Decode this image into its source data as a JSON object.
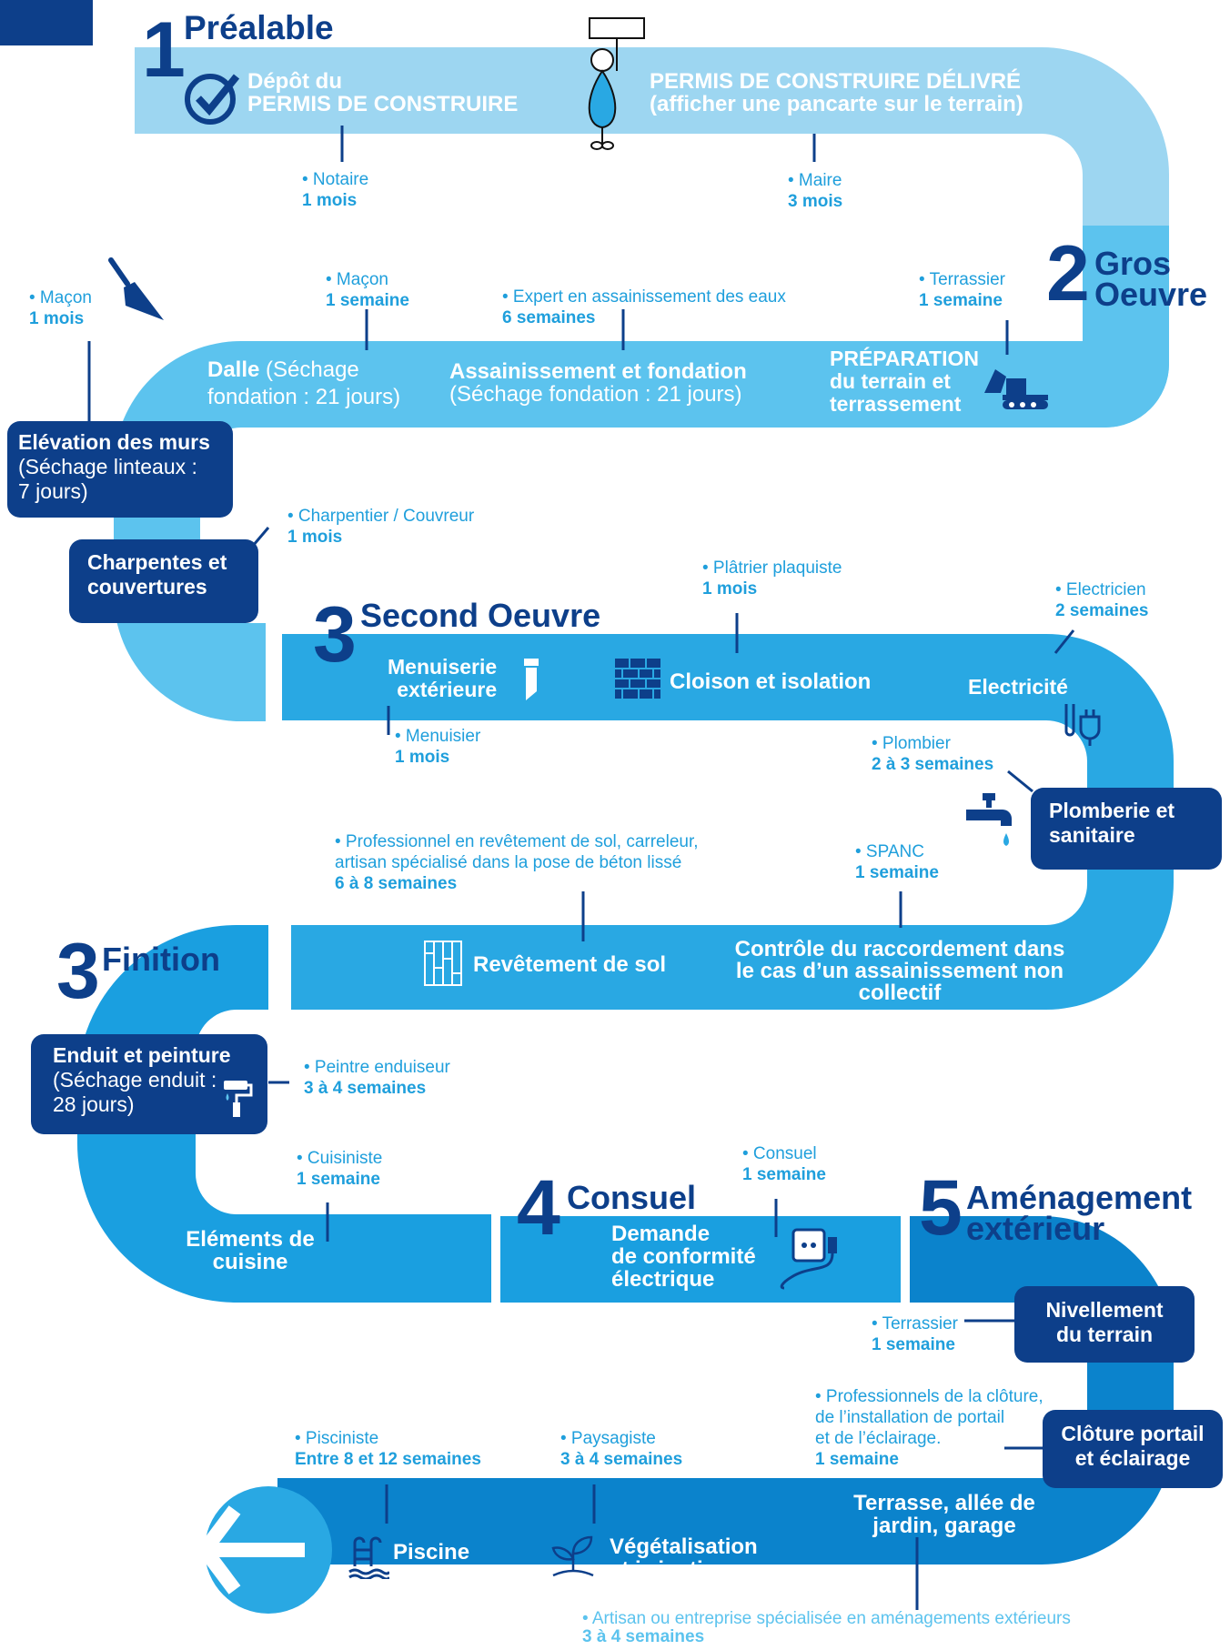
{
  "colors": {
    "dark_blue": "#0d3f8a",
    "light": "#9dd6f1",
    "mid": "#5cc3ee",
    "blue": "#29a8e3",
    "deep": "#0b83cc",
    "text_blue": "#1f9fdc"
  },
  "phases": {
    "p1": {
      "num": "1",
      "title": "Préalable"
    },
    "p2": {
      "num": "2",
      "title_a": "Gros",
      "title_b": "Oeuvre"
    },
    "p3a": {
      "num": "3",
      "title": "Second Oeuvre"
    },
    "p3b": {
      "num": "3",
      "title": "Finition"
    },
    "p4": {
      "num": "4",
      "title": "Consuel"
    },
    "p5": {
      "num": "5",
      "title_a": "Aménagement",
      "title_b": "extérieur"
    }
  },
  "steps": {
    "depot": {
      "line1": "Dépôt du",
      "line2": "PERMIS DE CONSTRUIRE"
    },
    "permis": {
      "line1": "PERMIS DE CONSTRUIRE DÉLIVRÉ",
      "line2": "(afficher une pancarte sur le terrain)"
    },
    "preparation": {
      "line1": "PRÉPARATION",
      "line2": "du terrain et",
      "line3": "terrassement"
    },
    "assainissement": {
      "line1": "Assainissement et fondation",
      "line2": "(Séchage fondation : 21 jours)"
    },
    "dalle": {
      "bold": "Dalle",
      "rest": " (Séchage",
      "line2": "fondation : 21 jours)"
    },
    "elevation": {
      "line1": "Elévation des murs",
      "line2": "(Séchage linteaux :",
      "line3": "7 jours)"
    },
    "charpentes": {
      "line1": "Charpentes et",
      "line2": "couvertures"
    },
    "menuiserie": {
      "line1": "Menuiserie",
      "line2": "extérieure"
    },
    "cloison": {
      "label": "Cloison et isolation"
    },
    "electricite": {
      "label": "Electricité"
    },
    "plomberie": {
      "line1": "Plomberie et",
      "line2": "sanitaire"
    },
    "controle": {
      "line1": "Contrôle du raccordement dans",
      "line2": "le cas d’un assainissement non",
      "line3": "collectif"
    },
    "revetement": {
      "label": "Revêtement de sol"
    },
    "enduit": {
      "line1": "Enduit et peinture",
      "line2": "(Séchage enduit :",
      "line3": "28 jours)"
    },
    "cuisine": {
      "line1": "Eléments de",
      "line2": "cuisine"
    },
    "demande": {
      "line1": "Demande",
      "line2": "de conformité",
      "line3": "électrique"
    },
    "nivellement": {
      "line1": "Nivellement",
      "line2": "du terrain"
    },
    "cloture": {
      "line1": "Clôture portail",
      "line2": "et éclairage"
    },
    "terrasse": {
      "line1": "Terrasse, allée de",
      "line2": "jardin, garage"
    },
    "vegetalisation": {
      "line1": "Végétalisation",
      "line2": "et irrigation"
    },
    "piscine": {
      "label": "Piscine"
    }
  },
  "notes": {
    "notaire": {
      "who": "• Notaire",
      "dur": "1 mois"
    },
    "maire": {
      "who": "• Maire",
      "dur": "3 mois"
    },
    "macon1": {
      "who": "• Maçon",
      "dur": "1 mois"
    },
    "macon2": {
      "who": "• Maçon",
      "dur": "1 semaine"
    },
    "expert": {
      "who": "• Expert en assainissement des eaux",
      "dur": "6 semaines"
    },
    "terrassier1": {
      "who": "• Terrassier",
      "dur": "1 semaine"
    },
    "charpentier": {
      "who": "• Charpentier / Couvreur",
      "dur": "1 mois"
    },
    "platrier": {
      "who": "• Plâtrier plaquiste",
      "dur": "1 mois"
    },
    "electricien": {
      "who": "• Electricien",
      "dur": "2 semaines"
    },
    "menuisier": {
      "who": "• Menuisier",
      "dur": "1 mois"
    },
    "plombier": {
      "who": "• Plombier",
      "dur": "2 à 3 semaines"
    },
    "revetement": {
      "who1": "• Professionnel en revêtement de sol, carreleur,",
      "who2": "artisan spécialisé dans la pose de béton lissé",
      "dur": "6 à 8 semaines"
    },
    "spanc": {
      "who": "• SPANC",
      "dur": "1 semaine"
    },
    "peintre": {
      "who": "• Peintre enduiseur",
      "dur": "3 à 4 semaines"
    },
    "cuisiniste": {
      "who": "• Cuisiniste",
      "dur": "1 semaine"
    },
    "consuel": {
      "who": "• Consuel",
      "dur": "1 semaine"
    },
    "terrassier2": {
      "who": "• Terrassier",
      "dur": "1 semaine"
    },
    "cloture": {
      "who1": "• Professionnels de la clôture,",
      "who2": "de l’installation de portail",
      "who3": "et de l’éclairage.",
      "dur": "1 semaine"
    },
    "pisciniste": {
      "who": "• Pisciniste",
      "dur": "Entre 8 et 12 semaines"
    },
    "paysagiste": {
      "who": "• Paysagiste",
      "dur": "3 à 4 semaines"
    },
    "artisan": {
      "who": "• Artisan ou entreprise spécialisée en aménagements extérieurs",
      "dur": "3 à 4 semaines"
    }
  },
  "icons": [
    "checkmark-circle-icon",
    "mascot-sign-icon",
    "trowel-icon",
    "excavator-icon",
    "saw-icon",
    "brick-wall-icon",
    "plug-icon",
    "faucet-icon",
    "floor-planks-icon",
    "paint-roller-icon",
    "socket-icon",
    "pool-ladder-icon",
    "sprout-icon",
    "back-arrow-icon"
  ]
}
